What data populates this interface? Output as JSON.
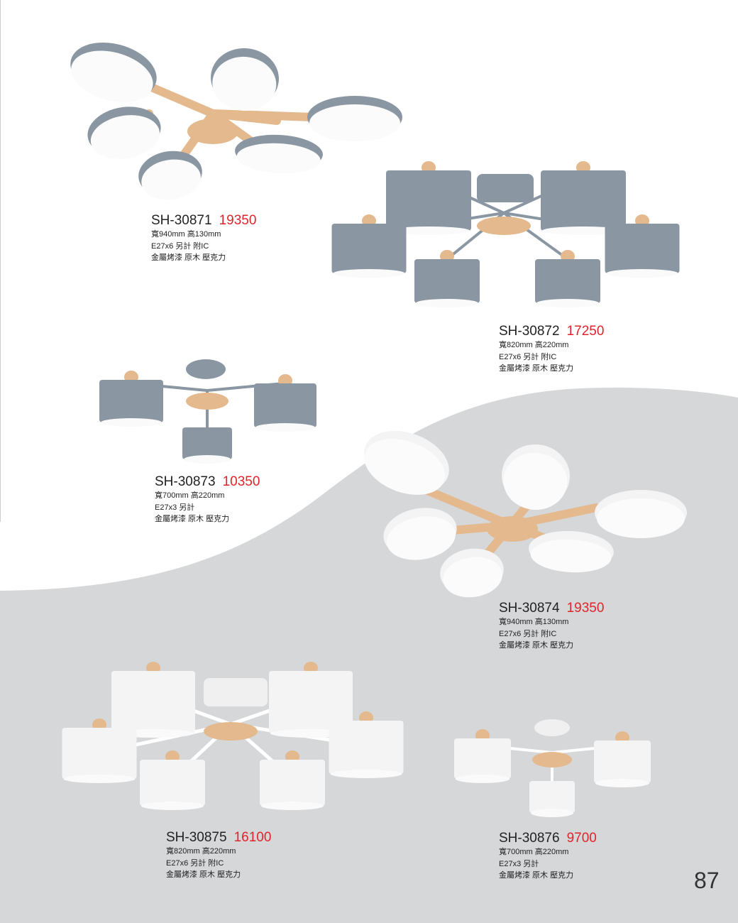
{
  "page_number": "87",
  "colors": {
    "price": "#e0242b",
    "background_wave": "#d6d7d9",
    "grey_shade": "#8a97a3",
    "wood": "#e3b98d"
  },
  "products": [
    {
      "model": "SH-30871",
      "price": "19350",
      "size": "寬940mm 高130mm",
      "bulbs": "E27x6 另計 附IC",
      "material": "金屬烤漆 原木 壓克力"
    },
    {
      "model": "SH-30872",
      "price": "17250",
      "size": "寬820mm 高220mm",
      "bulbs": "E27x6 另計 附IC",
      "material": "金屬烤漆 原木 壓克力"
    },
    {
      "model": "SH-30873",
      "price": "10350",
      "size": "寬700mm 高220mm",
      "bulbs": "E27x3 另計",
      "material": "金屬烤漆 原木 壓克力"
    },
    {
      "model": "SH-30874",
      "price": "19350",
      "size": "寬940mm 高130mm",
      "bulbs": "E27x6 另計 附IC",
      "material": "金屬烤漆 原木 壓克力"
    },
    {
      "model": "SH-30875",
      "price": "16100",
      "size": "寬820mm 高220mm",
      "bulbs": "E27x6 另計 附IC",
      "material": "金屬烤漆 原木 壓克力"
    },
    {
      "model": "SH-30876",
      "price": "9700",
      "size": "寬700mm 高220mm",
      "bulbs": "E27x3 另計",
      "material": "金屬烤漆 原木 壓克力"
    }
  ]
}
